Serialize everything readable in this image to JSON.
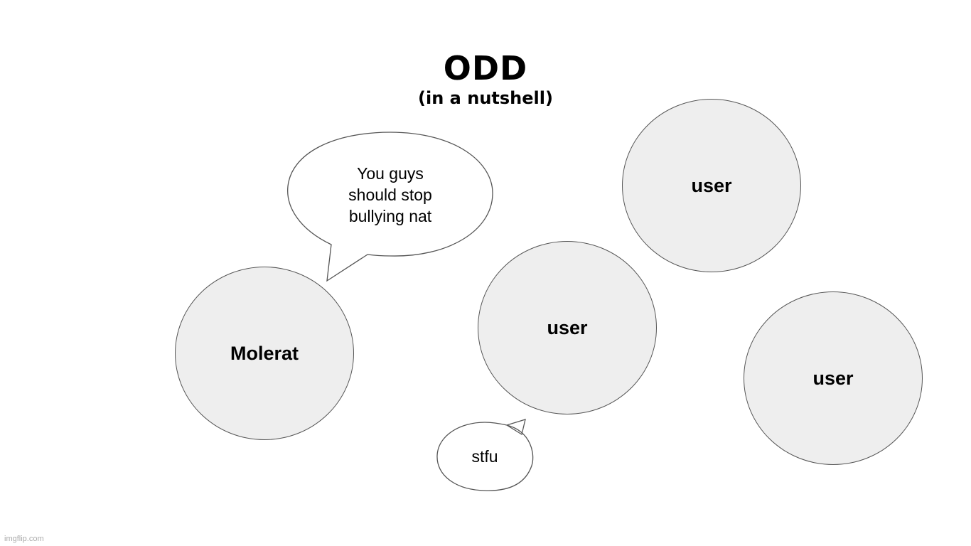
{
  "title": "ODD",
  "subtitle": "(in a nutshell)",
  "nodes": {
    "molerat": "Molerat",
    "user_top": "user",
    "user_middle": "user",
    "user_right": "user"
  },
  "speech": {
    "molerat_line": "You guys should stop bullying nat",
    "user_reply": "stfu"
  },
  "watermark": "imgflip.com",
  "colors": {
    "circle_fill": "#eeeeee",
    "outline": "#555555",
    "background": "#ffffff"
  }
}
